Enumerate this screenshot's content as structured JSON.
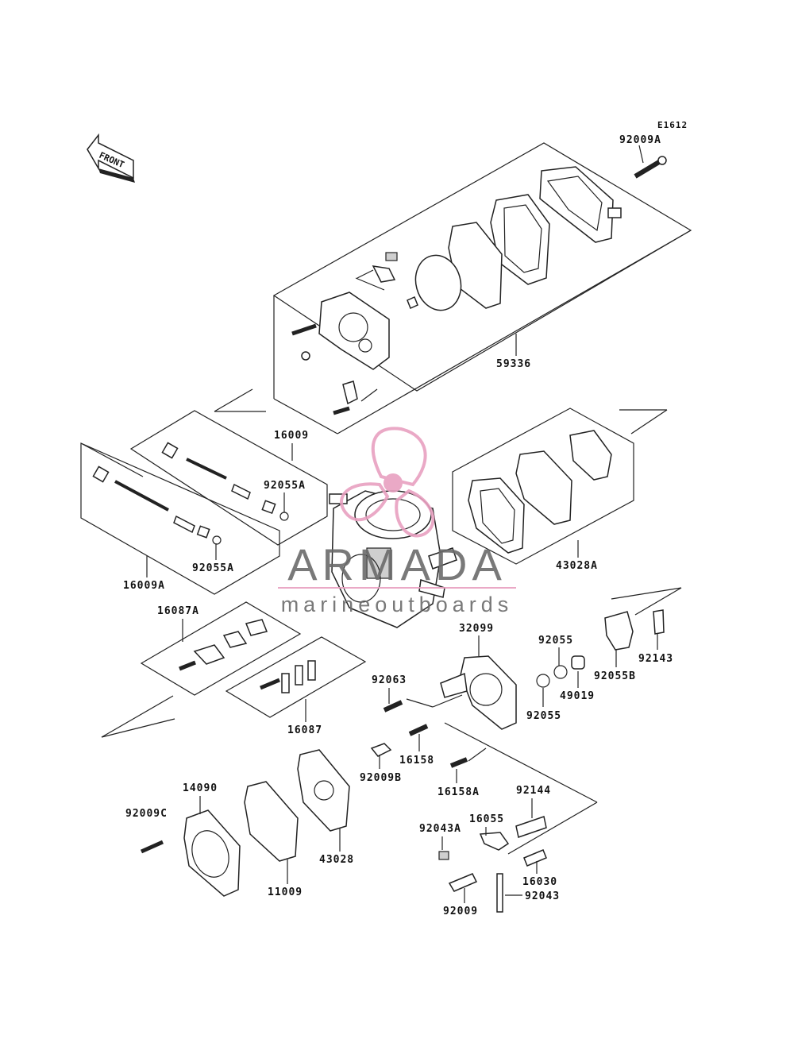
{
  "diagram": {
    "code": "E1612",
    "front_label": "FRONT",
    "parts": [
      {
        "key": "p92009A",
        "label": "92009A"
      },
      {
        "key": "p59336",
        "label": "59336"
      },
      {
        "key": "p16009",
        "label": "16009"
      },
      {
        "key": "p92055A_1",
        "label": "92055A"
      },
      {
        "key": "p92055A_2",
        "label": "92055A"
      },
      {
        "key": "p16009A",
        "label": "16009A"
      },
      {
        "key": "p43028A",
        "label": "43028A"
      },
      {
        "key": "p16087A",
        "label": "16087A"
      },
      {
        "key": "p32099",
        "label": "32099"
      },
      {
        "key": "p92055_1",
        "label": "92055"
      },
      {
        "key": "p92143",
        "label": "92143"
      },
      {
        "key": "p92063",
        "label": "92063"
      },
      {
        "key": "p49019",
        "label": "49019"
      },
      {
        "key": "p92055B",
        "label": "92055B"
      },
      {
        "key": "p92055_2",
        "label": "92055"
      },
      {
        "key": "p16087",
        "label": "16087"
      },
      {
        "key": "p16158",
        "label": "16158"
      },
      {
        "key": "p92009B",
        "label": "92009B"
      },
      {
        "key": "p16158A",
        "label": "16158A"
      },
      {
        "key": "p14090",
        "label": "14090"
      },
      {
        "key": "p92144",
        "label": "92144"
      },
      {
        "key": "p92009C",
        "label": "92009C"
      },
      {
        "key": "p16055",
        "label": "16055"
      },
      {
        "key": "p92043A",
        "label": "92043A"
      },
      {
        "key": "p43028",
        "label": "43028"
      },
      {
        "key": "p16030",
        "label": "16030"
      },
      {
        "key": "p92043",
        "label": "92043"
      },
      {
        "key": "p11009",
        "label": "11009"
      },
      {
        "key": "p92009",
        "label": "92009"
      }
    ]
  },
  "watermark": {
    "brand": "ARMADA",
    "subtitle": "marineoutboards",
    "brand_color": "#6b6b6b",
    "accent_color": "#e8a0c0"
  }
}
